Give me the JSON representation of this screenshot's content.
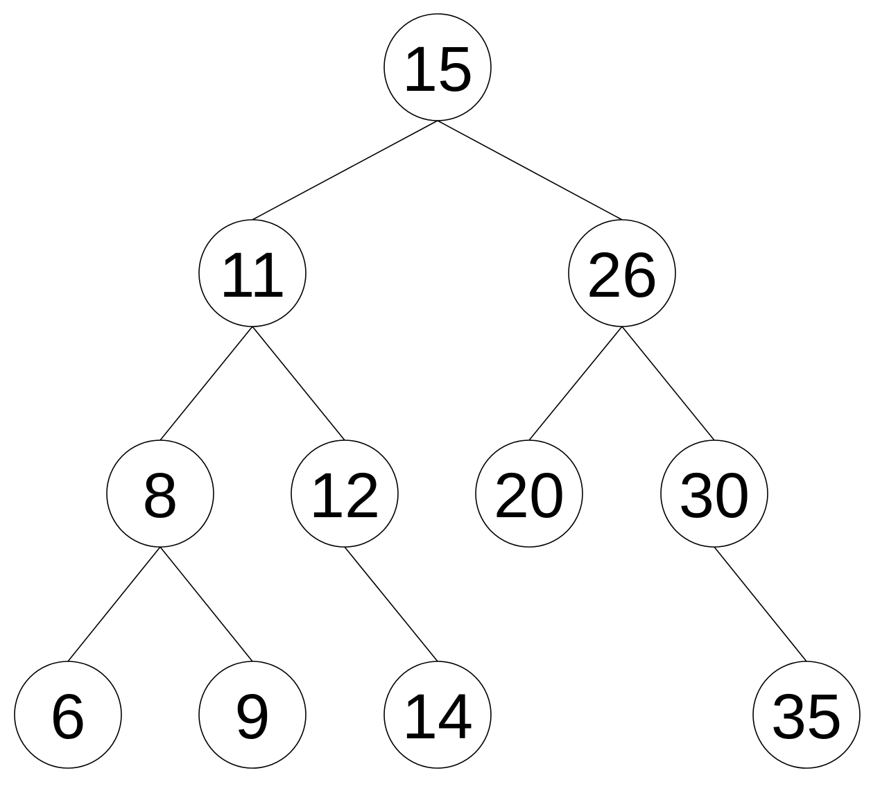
{
  "tree": {
    "nodes": [
      {
        "id": "n15",
        "label": "15"
      },
      {
        "id": "n11",
        "label": "11"
      },
      {
        "id": "n26",
        "label": "26"
      },
      {
        "id": "n8",
        "label": "8"
      },
      {
        "id": "n12",
        "label": "12"
      },
      {
        "id": "n20",
        "label": "20"
      },
      {
        "id": "n30",
        "label": "30"
      },
      {
        "id": "n6",
        "label": "6"
      },
      {
        "id": "n9",
        "label": "9"
      },
      {
        "id": "n14",
        "label": "14"
      },
      {
        "id": "n35",
        "label": "35"
      }
    ],
    "edges": [
      {
        "from": "n15",
        "to": "n11"
      },
      {
        "from": "n15",
        "to": "n26"
      },
      {
        "from": "n11",
        "to": "n8"
      },
      {
        "from": "n11",
        "to": "n12"
      },
      {
        "from": "n26",
        "to": "n20"
      },
      {
        "from": "n26",
        "to": "n30"
      },
      {
        "from": "n8",
        "to": "n6"
      },
      {
        "from": "n8",
        "to": "n9"
      },
      {
        "from": "n12",
        "to": "n14"
      },
      {
        "from": "n30",
        "to": "n35"
      }
    ]
  }
}
